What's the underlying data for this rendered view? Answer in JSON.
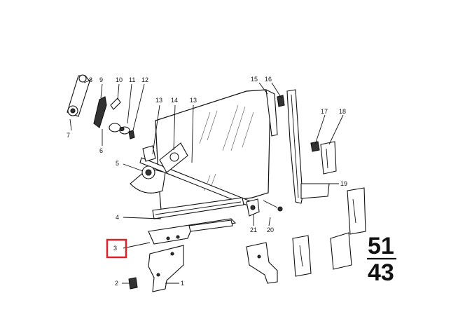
{
  "callouts": {
    "c1": "1",
    "c2": "2",
    "c3": "3",
    "c4": "4",
    "c5": "5",
    "c6": "6",
    "c7": "7",
    "c8": "8",
    "c9": "9",
    "c10": "10",
    "c11": "11",
    "c12": "12",
    "c13a": "13",
    "c13b": "13",
    "c14": "14",
    "c15": "15",
    "c16": "16",
    "c17": "17",
    "c18": "18",
    "c19": "19",
    "c20": "20",
    "c21": "21"
  },
  "group": {
    "main": "51",
    "sub": "43"
  },
  "highlight": {
    "color": "#d8232a",
    "callout": "3"
  }
}
